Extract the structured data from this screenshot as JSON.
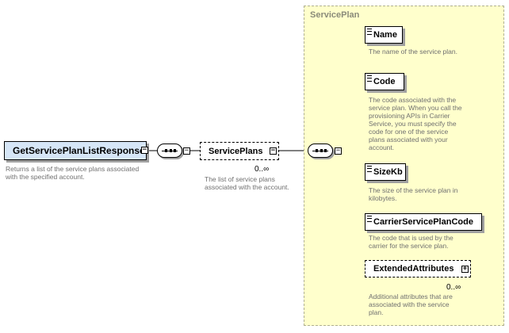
{
  "root": {
    "label": "GetServicePlanListResponse",
    "description": "Returns a list of the service plans associated with the specified account.",
    "toggle": "−"
  },
  "service_plans": {
    "label": "ServicePlans",
    "cardinality": "0..∞",
    "description": "The list of service plans associated with the account.",
    "toggle": "−"
  },
  "panel": {
    "title": "ServicePlan"
  },
  "elements": [
    {
      "label": "Name",
      "description": "The name of the service plan."
    },
    {
      "label": "Code",
      "description": "The code associated with the service plan. When you call the provisioning APIs in Carrier Service, you must specify the code for one of the service plans associated with your account."
    },
    {
      "label": "SizeKb",
      "description": "The size of the service plan in kilobytes."
    },
    {
      "label": "CarrierServicePlanCode",
      "description": "The code that is used by the carrier for the service plan."
    },
    {
      "label": "ExtendedAttributes",
      "cardinality": "0..∞",
      "description": "Additional attributes that are associated with the service plan.",
      "toggle": "+"
    }
  ],
  "colors": {
    "root_fill": "#d6e6f7",
    "panel_fill": "#ffffcc"
  }
}
